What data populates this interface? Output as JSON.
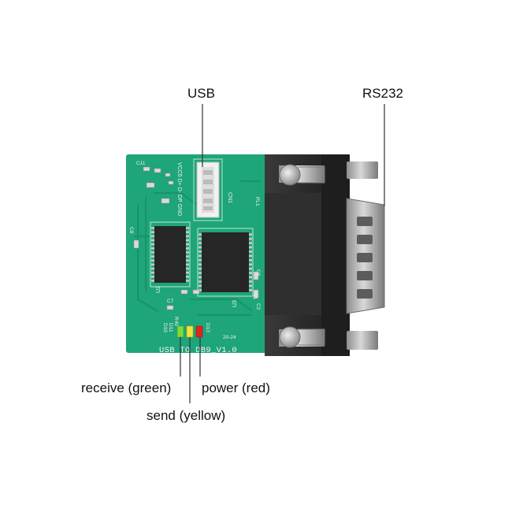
{
  "callouts": {
    "usb": "USB",
    "rs232": "RS232",
    "receive": "receive (green)",
    "power": "power (red)",
    "send": "send (yellow)"
  },
  "board": {
    "silkscreen_title": "USB TO DB9_V1.0",
    "version_date": "20-24",
    "header_pins": "VCC5 D+ D- DP GND",
    "header_ref": "CN1",
    "connector_ref": "PL1",
    "chip_u2": "U2",
    "chip_u3": "U3",
    "chip_u1": "U1",
    "c2": "C2",
    "c6": "C6",
    "c7": "C7",
    "c8": "C8",
    "c11": "C11",
    "r40": "R40",
    "led_d10": "D10",
    "led_d11": "D11",
    "led_d13": "D13"
  },
  "leds": {
    "receive_color": "#7ddc3a",
    "send_color": "#f2e23a",
    "power_color": "#e0261c"
  },
  "colors": {
    "pcb": "#1ea57a",
    "pcb_trace": "#17936a",
    "silk": "#f2f2f2",
    "chip": "#262626",
    "connector": "#2b2b2b",
    "metal": "#b8b8b8",
    "leader_line": "#333333"
  }
}
